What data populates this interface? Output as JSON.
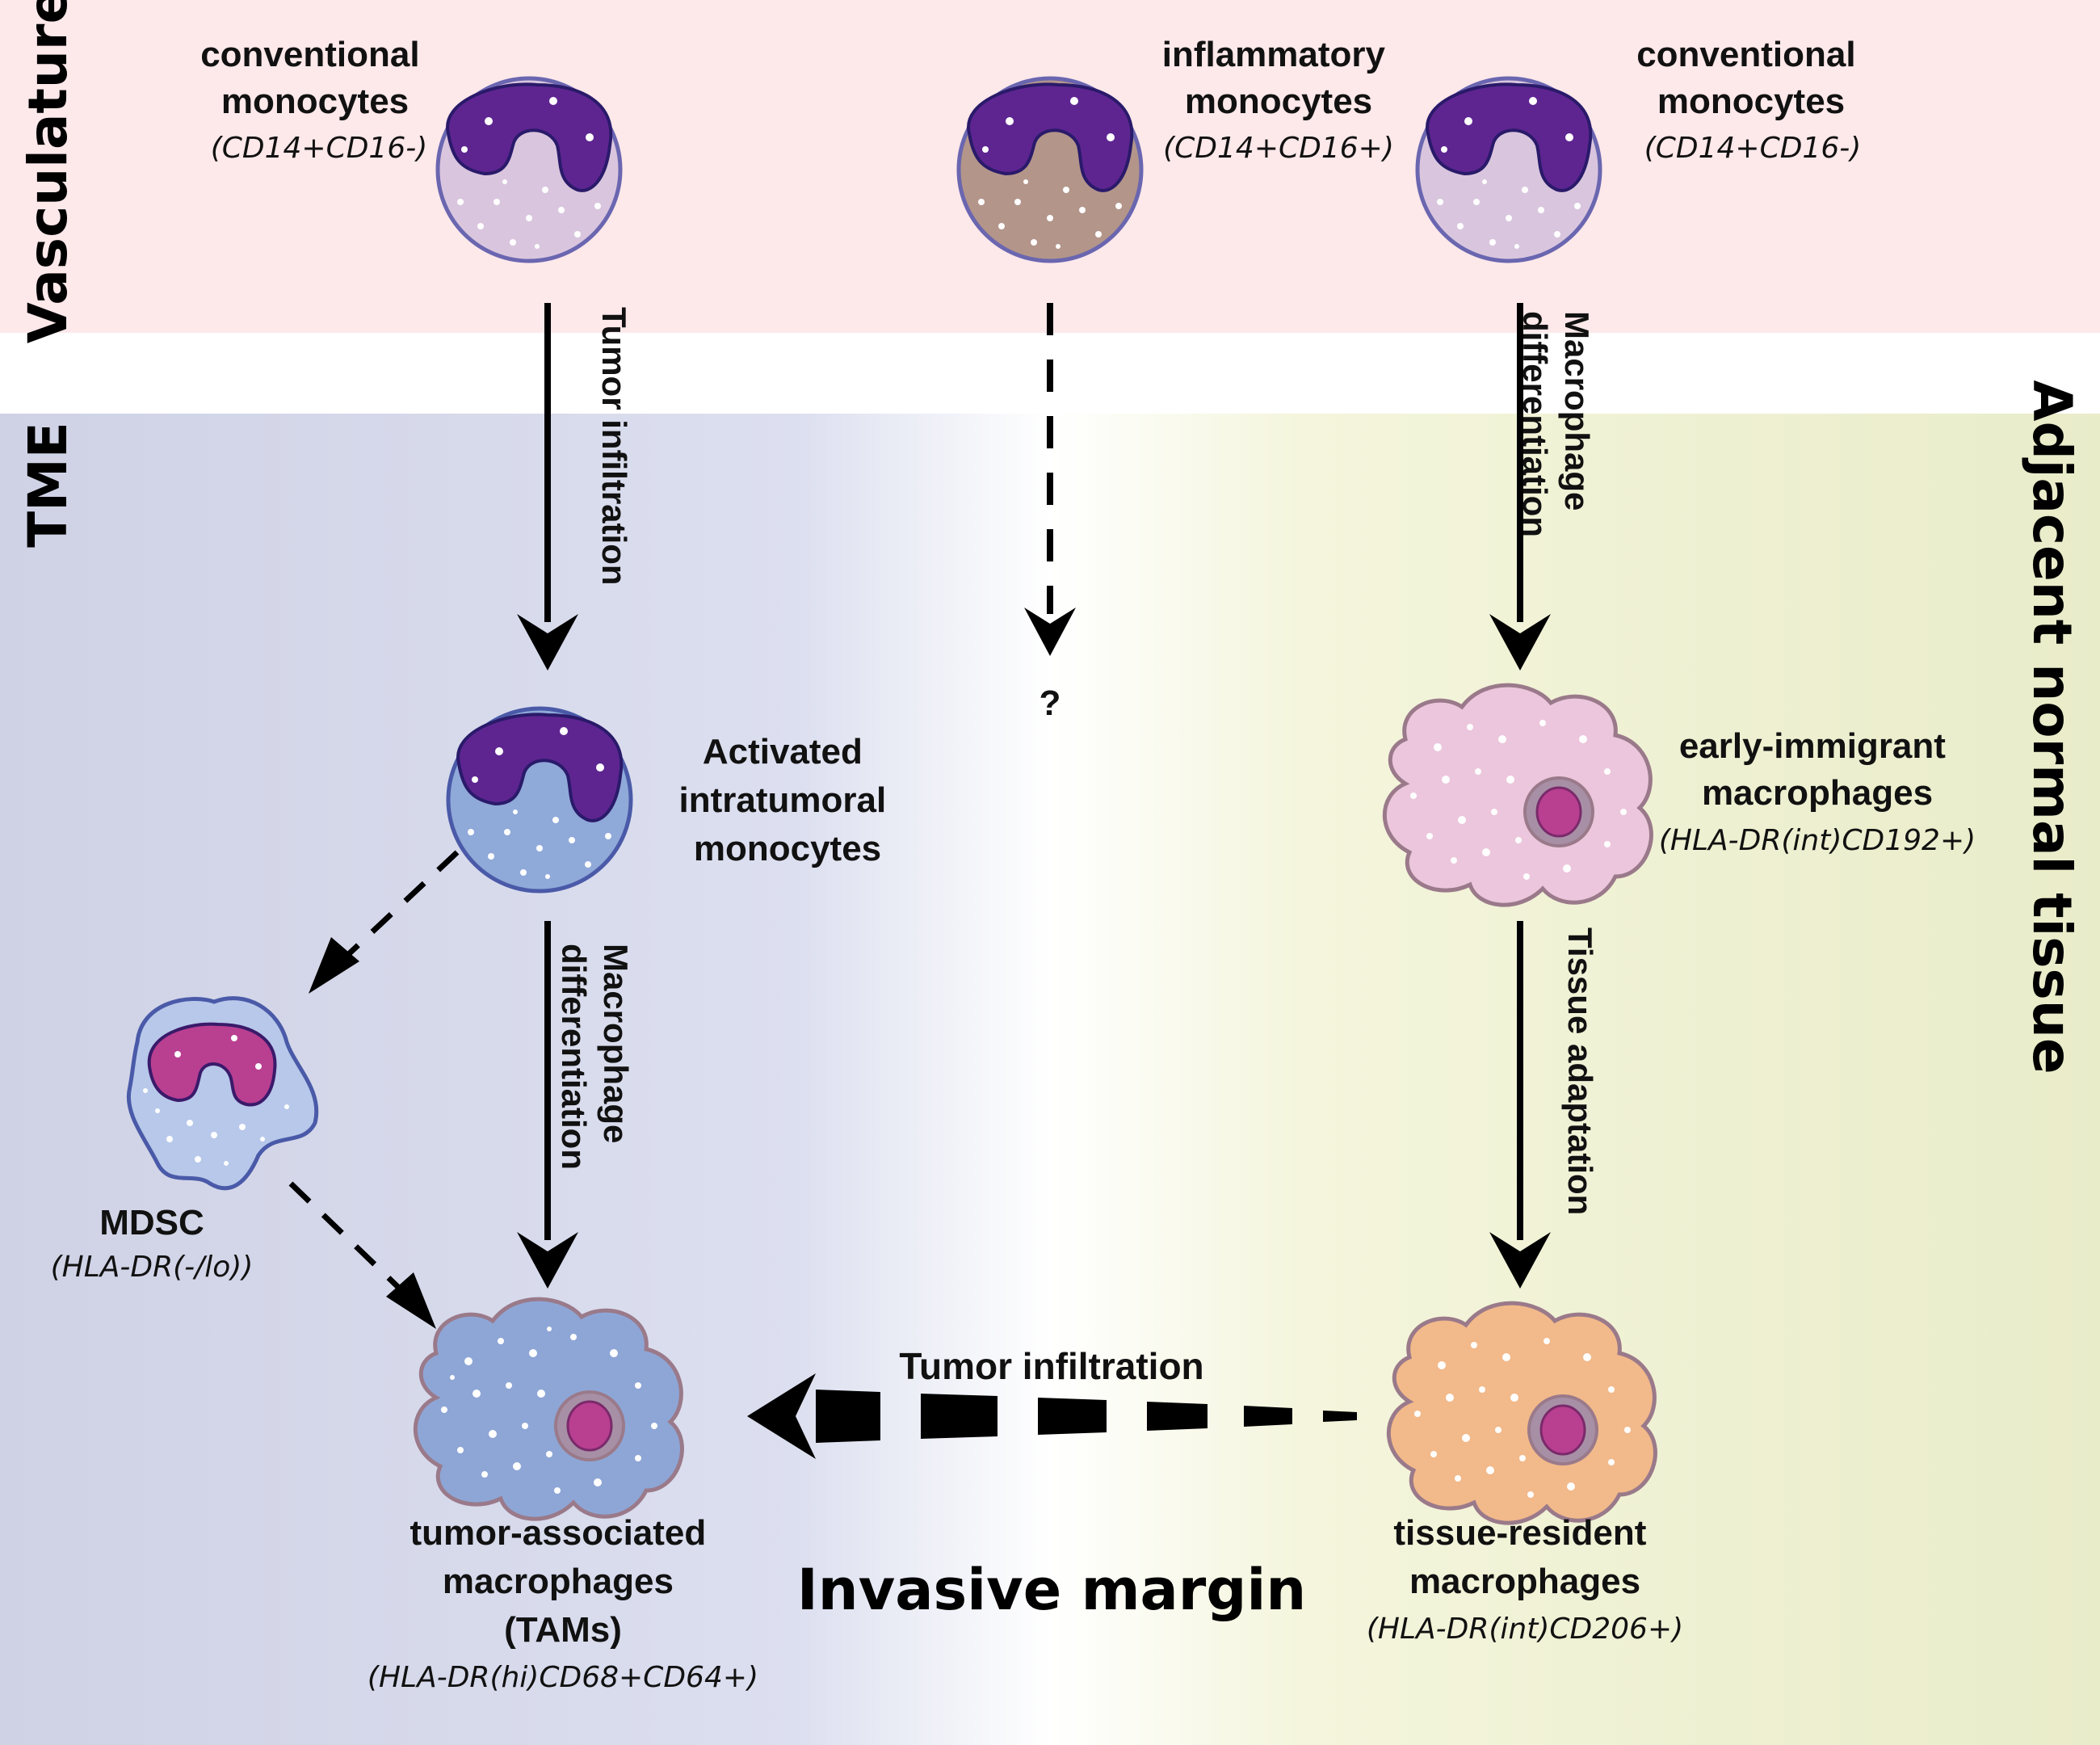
{
  "regions": {
    "vasculature": "Vasculature",
    "tme": "TME",
    "adjacent": "Adjacent normal tissue",
    "invasive_margin": "Invasive margin"
  },
  "colors": {
    "vasculature_bg": "#fde8ea",
    "tme_bg": "#d3d6e8",
    "adjacent_bg": "#eef0d2",
    "conventional_monocyte": "#d9c6de",
    "inflammatory_monocyte": "#b3958a",
    "activated_monocyte": "#8fa9d9",
    "mdsc": "#b7c8ea",
    "tam": "#8ea6d6",
    "early_macrophage": "#ecc6dc",
    "resident_macrophage": "#f2b98a",
    "nucleus_purple": "#5e2591",
    "nucleus_magenta": "#b93f91"
  },
  "cells": {
    "conventional_left": {
      "name": "conventional\nmonocytes",
      "marker": "(CD14+CD16-)"
    },
    "inflammatory": {
      "name": "inflammatory\nmonocytes",
      "marker": "(CD14+CD16+)"
    },
    "conventional_right": {
      "name": "conventional\nmonocytes",
      "marker": "(CD14+CD16-)"
    },
    "activated": {
      "name": "Activated\nintratumoral\nmonocytes"
    },
    "early_immigrant": {
      "name": "early-immigrant\nmacrophages",
      "marker": "(HLA-DR(int)CD192+)"
    },
    "mdsc": {
      "name": "MDSC",
      "marker": "(HLA-DR(-/lo))"
    },
    "tam": {
      "name": "tumor-associated\nmacrophages\n(TAMs)",
      "marker": "(HLA-DR(hi)CD68+CD64+)"
    },
    "tissue_resident": {
      "name": "tissue-resident\nmacrophages",
      "marker": "(HLA-DR(int)CD206+)"
    }
  },
  "arrows": {
    "tumor_infiltration_top": "Tumor infiltration",
    "unknown_fate": "?",
    "macrophage_diff_right": "Macrophage\ndifferentiation",
    "macrophage_diff_left": "Macrophage\ndifferentiation",
    "tissue_adaptation": "Tissue adaptation",
    "tumor_infiltration_bottom": "Tumor infiltration"
  }
}
